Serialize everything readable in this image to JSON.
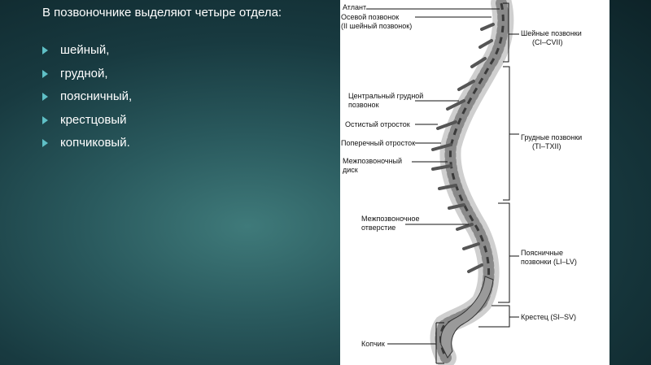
{
  "slide": {
    "heading": "В позвоночнике выделяют четыре отдела:",
    "bullets": [
      "шейный,",
      "грудной,",
      "поясничный,",
      "крестцовый",
      "копчиковый."
    ],
    "accent_color": "#5fc0c6"
  },
  "figure": {
    "left_labels": {
      "atlas": "Атлант",
      "axis_line1": "Осевой позвонок",
      "axis_line2": "(II шейный позвонок)",
      "central_thoracic_line1": "Центральный грудной",
      "central_thoracic_line2": "позвонок",
      "spinous": "Остистый отросток",
      "transverse": "Поперечный отросток",
      "disc_line1": "Межпозвоночный",
      "disc_line2": "диск",
      "foramen_line1": "Межпозвоночное",
      "foramen_line2": "отверстие",
      "coccyx": "Копчик"
    },
    "right_labels": {
      "cervical_line1": "Шейные позвонки",
      "cervical_line2": "(CI–CVII)",
      "thoracic_line1": "Грудные позвонки",
      "thoracic_line2": "(TI–TXII)",
      "lumbar_line1": "Поясничные",
      "lumbar_line2": "позвонки (LI–LV)",
      "sacrum": "Крестец (SI–SV)"
    }
  }
}
